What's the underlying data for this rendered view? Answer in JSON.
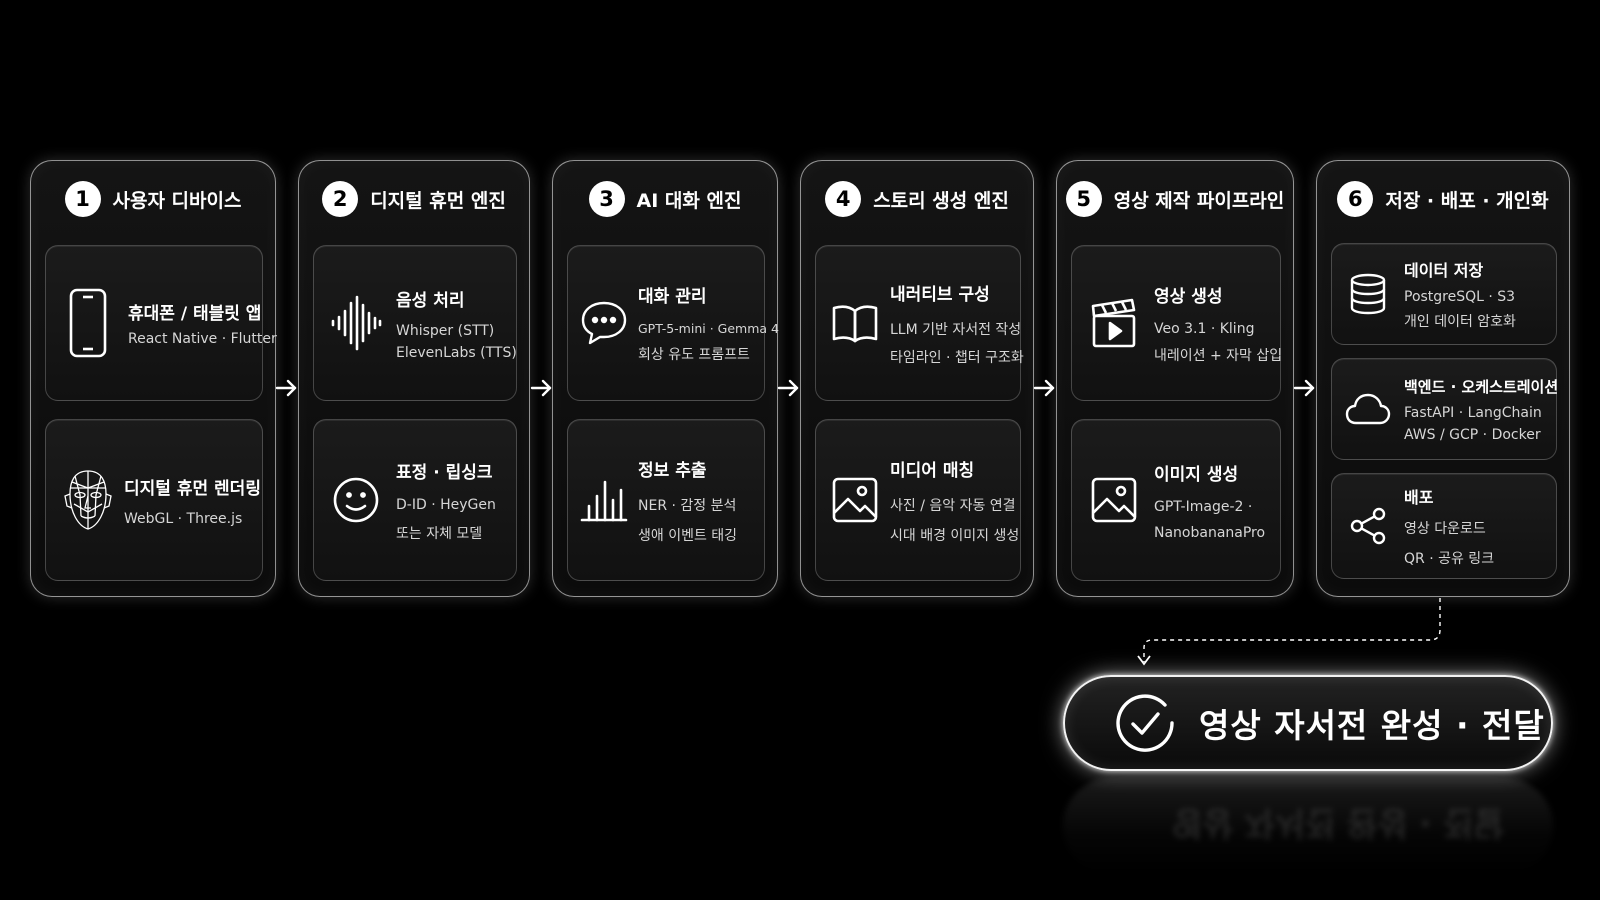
{
  "stages": [
    {
      "number": "1",
      "title": "사용자 디바이스",
      "cards": [
        {
          "icon": "smartphone-icon",
          "title": "휴대폰 / 태블릿 앱",
          "lines": [
            "React Native · Flutter"
          ]
        },
        {
          "icon": "face-mesh-icon",
          "title": "디지털 휴먼 렌더링",
          "lines": [
            "WebGL · Three.js"
          ]
        }
      ]
    },
    {
      "number": "2",
      "title": "디지털 휴먼 엔진",
      "cards": [
        {
          "icon": "sound-wave-icon",
          "title": "음성 처리",
          "lines": [
            "Whisper (STT)",
            "ElevenLabs (TTS)"
          ]
        },
        {
          "icon": "smiley-face-icon",
          "title": "표정 · 립싱크",
          "lines": [
            "D-ID · HeyGen",
            "또는 자체 모델"
          ]
        }
      ]
    },
    {
      "number": "3",
      "title": "AI 대화 엔진",
      "cards": [
        {
          "icon": "chat-bubble-icon",
          "title": "대화 관리",
          "lines": [
            "GPT-5-mini · Gemma 4",
            "회상 유도 프롬프트"
          ]
        },
        {
          "icon": "bar-chart-icon",
          "title": "정보 추출",
          "lines": [
            "NER · 감정 분석",
            "생애 이벤트 태깅"
          ]
        }
      ]
    },
    {
      "number": "4",
      "title": "스토리 생성 엔진",
      "cards": [
        {
          "icon": "open-book-icon",
          "title": "내러티브 구성",
          "lines": [
            "LLM 기반 자서전 작성",
            "타임라인 · 챕터 구조화"
          ]
        },
        {
          "icon": "image-icon",
          "title": "미디어 매칭",
          "lines": [
            "사진 / 음악 자동 연결",
            "시대 배경 이미지 생성"
          ]
        }
      ]
    },
    {
      "number": "5",
      "title": "영상 제작 파이프라인",
      "cards": [
        {
          "icon": "clapperboard-icon",
          "title": "영상 생성",
          "lines": [
            "Veo 3.1 · Kling",
            "내레이션 + 자막 삽입"
          ]
        },
        {
          "icon": "image-icon",
          "title": "이미지 생성",
          "lines": [
            "GPT-Image-2 ·",
            "NanobananaPro"
          ]
        }
      ]
    },
    {
      "number": "6",
      "title": "저장 · 배포 · 개인화",
      "cards": [
        {
          "icon": "database-icon",
          "title": "데이터 저장",
          "lines": [
            "PostgreSQL · S3",
            "개인 데이터 암호화"
          ]
        },
        {
          "icon": "cloud-icon",
          "title": "백엔드 · 오케스트레이션",
          "lines": [
            "FastAPI · LangChain",
            "AWS / GCP · Docker"
          ]
        },
        {
          "icon": "share-icon",
          "title": "배포",
          "lines": [
            "영상 다운로드",
            "QR · 공유 링크"
          ]
        }
      ]
    }
  ],
  "final": {
    "icon": "check-circle-icon",
    "label": "영상 자서전 완성 · 전달"
  }
}
